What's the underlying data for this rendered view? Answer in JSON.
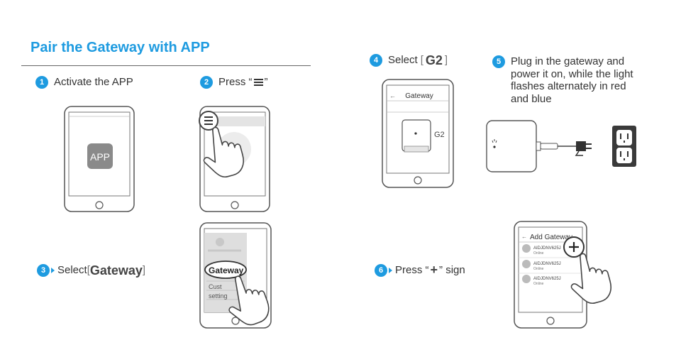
{
  "title": "Pair the Gateway with APP",
  "steps": [
    {
      "num": "1",
      "text": "Activate the APP"
    },
    {
      "num": "2",
      "text_pre": "Press “",
      "text_post": "”"
    },
    {
      "num": "3",
      "text_pre": "Select ",
      "bracket_open": "[",
      "keyword": "Gateway",
      "bracket_close": "]"
    },
    {
      "num": "4",
      "text_pre": "Select ",
      "bracket_open": "[",
      "keyword": "G2",
      "bracket_close": "]"
    },
    {
      "num": "5",
      "lines": [
        "Plug in the gateway and",
        "power it on, while the light",
        "flashes alternately in red",
        "and blue"
      ]
    },
    {
      "num": "6",
      "text_pre": "Press “ ",
      "symbol": "+",
      "text_post": " ” sign"
    }
  ],
  "phones": {
    "app_label": "APP",
    "menu_items": [
      "Gateway",
      "Cust",
      "setting"
    ],
    "g2_header": "Gateway",
    "g2_label": "G2",
    "add_header": "Add Gateway",
    "devices": [
      {
        "name": "AIDJDNV625J",
        "status": "Online"
      },
      {
        "name": "AIDJDNV625J",
        "status": "Online"
      },
      {
        "name": "AIDJDNV625J",
        "status": "Online"
      }
    ]
  },
  "colors": {
    "accent": "#1e9be0",
    "line": "#555555"
  }
}
